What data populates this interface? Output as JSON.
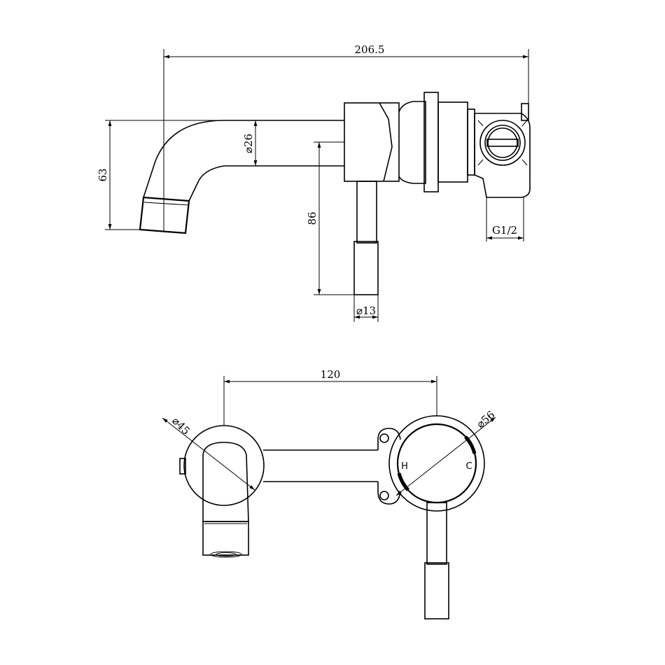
{
  "dimensions": {
    "overall_width": "206.5",
    "spout_drop": "63",
    "spout_diameter": "⌀26",
    "handle_length": "86",
    "handle_diameter": "⌀13",
    "thread": "G1/2",
    "centers": "120",
    "spout_plate_diameter": "⌀45",
    "handle_plate_diameter": "⌀56"
  },
  "labels": {
    "hot": "H",
    "cold": "C"
  }
}
